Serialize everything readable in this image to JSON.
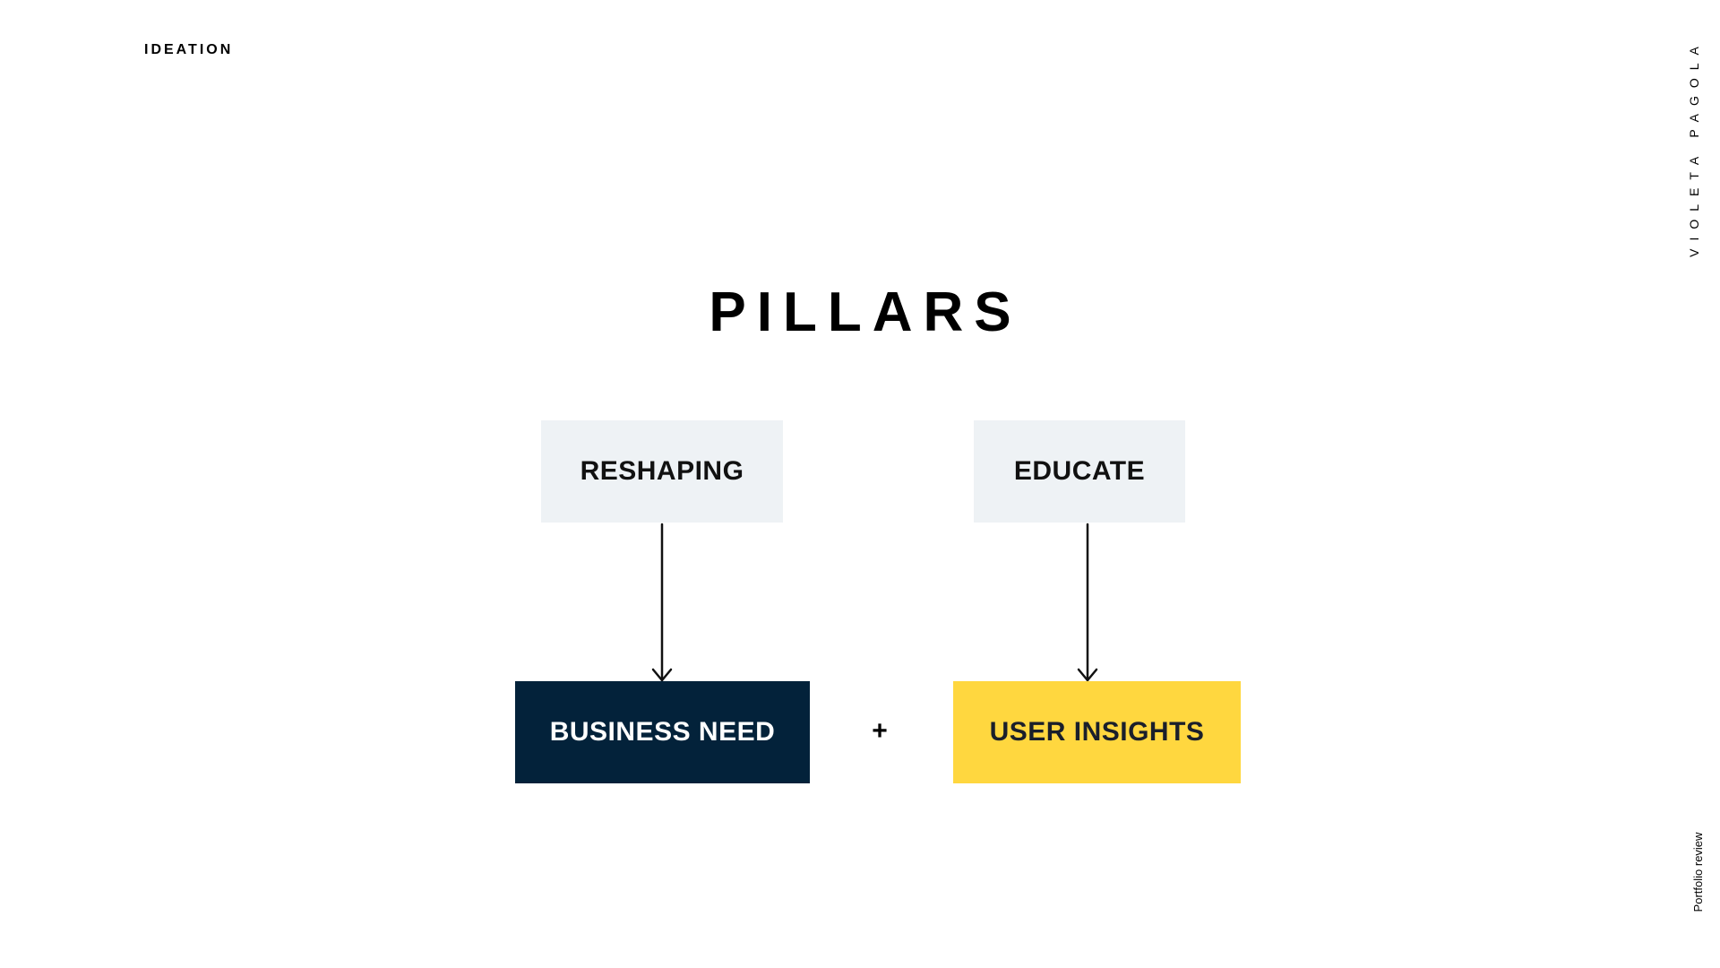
{
  "header": {
    "section_label": "IDEATION"
  },
  "sidebar": {
    "author_name": "VIOLETA PAGOLA",
    "footer_note": "Portfolio review"
  },
  "slide": {
    "title": "PILLARS"
  },
  "diagram": {
    "top_nodes": {
      "reshaping": "RESHAPING",
      "educate": "EDUCATE"
    },
    "bottom_nodes": {
      "business_need": "BUSINESS NEED",
      "user_insights": "USER INSIGHTS"
    },
    "operator": "+",
    "edges": [
      {
        "from": "RESHAPING",
        "to": "BUSINESS NEED"
      },
      {
        "from": "EDUCATE",
        "to": "USER INSIGHTS"
      }
    ]
  },
  "colors": {
    "light_box": "#eef2f5",
    "dark_navy": "#03223a",
    "accent_yellow": "#ffd73f",
    "arrow": "#111111"
  }
}
